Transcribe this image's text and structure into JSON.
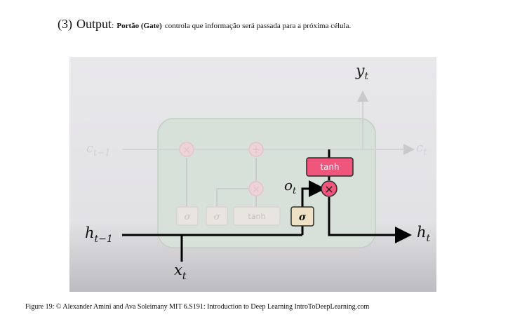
{
  "heading": {
    "number": "(3)",
    "title": "Output",
    "colon": ":",
    "gate_term": "Portão (Gate)",
    "description": "controla que informação será passada para a próxima célula."
  },
  "diagram": {
    "labels": {
      "output": "y",
      "output_sub": "t",
      "cell_in": "c",
      "cell_in_sub": "t−1",
      "cell_out": "c",
      "cell_out_sub": "t",
      "hidden_in": "h",
      "hidden_in_sub": "t−1",
      "hidden_out": "h",
      "hidden_out_sub": "t",
      "input": "x",
      "input_sub": "t",
      "gate_output": "o",
      "gate_output_sub": "t"
    },
    "ops": {
      "sigma": "σ",
      "tanh": "tanh",
      "multiply": "×",
      "add": "+"
    }
  },
  "caption": "Figure 19: © Alexander Amini and Ava Soleimany MIT 6.S191: Introduction to Deep Learning IntroToDeepLearning.com"
}
